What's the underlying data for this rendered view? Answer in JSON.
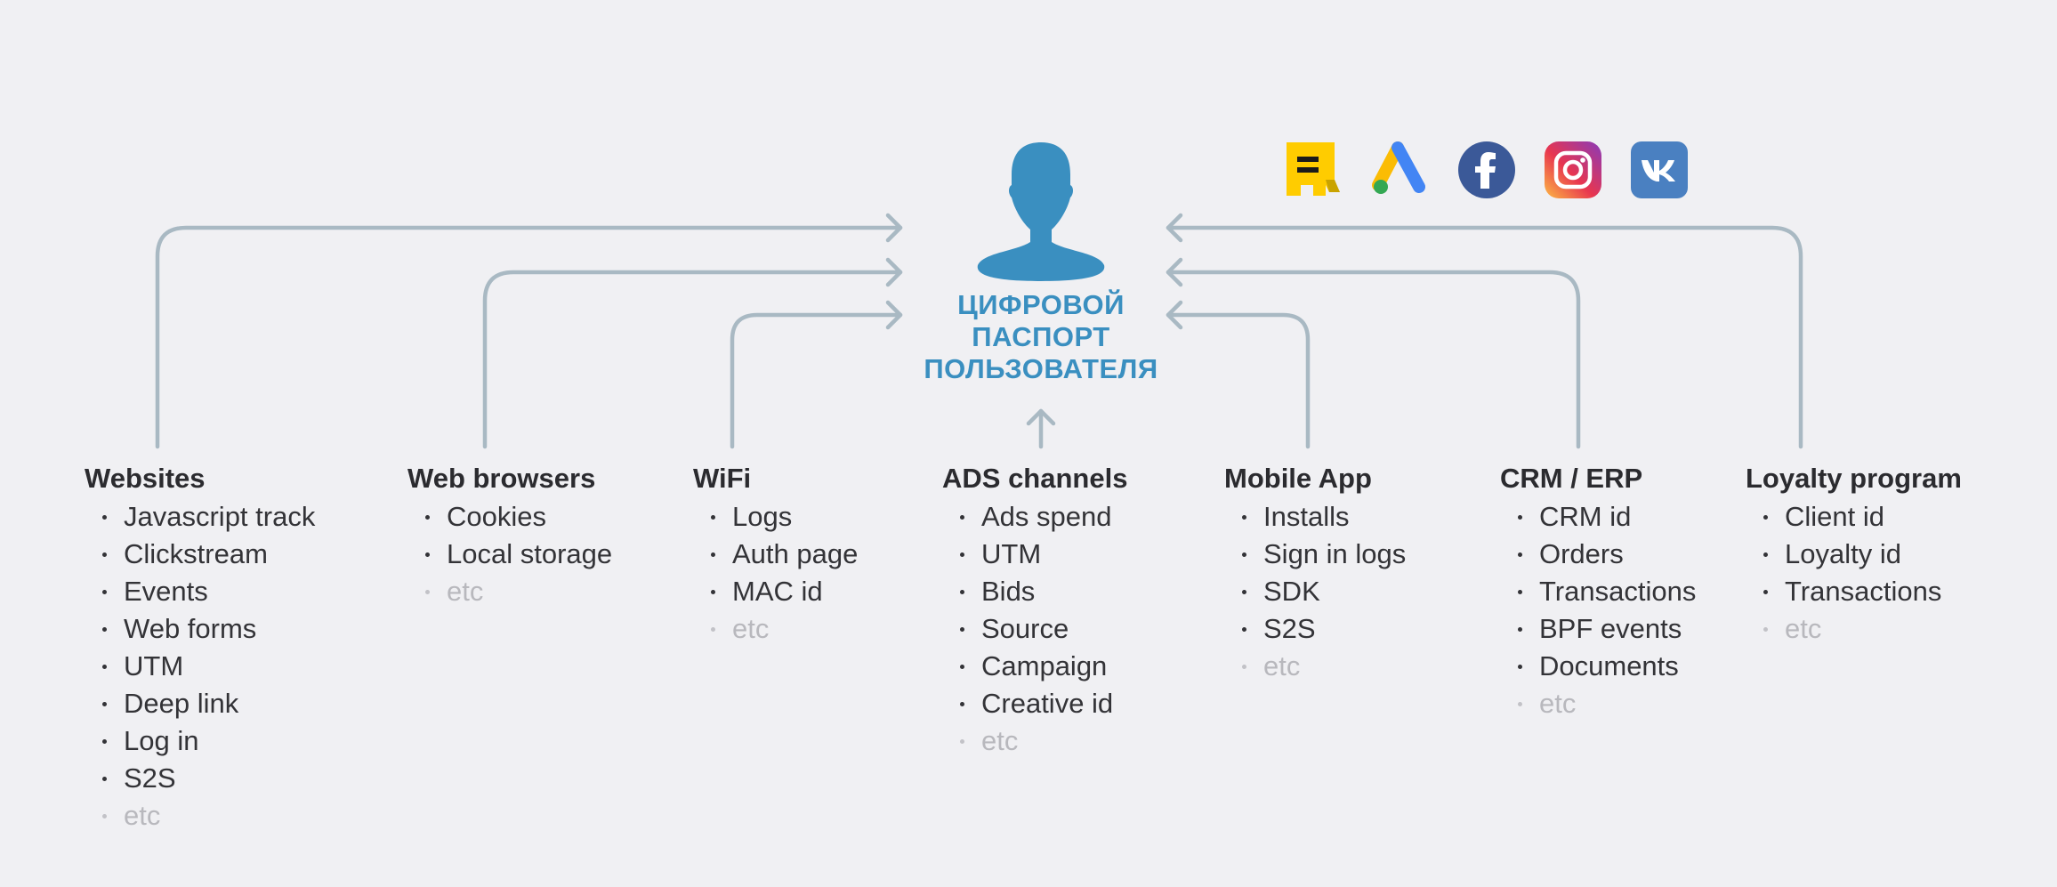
{
  "center": {
    "title_lines": [
      "ЦИФРОВОЙ",
      "ПАСПОРТ",
      "ПОЛЬЗОВАТЕЛЯ"
    ],
    "color": "#3a8fc0"
  },
  "colors": {
    "background": "#f0f0f3",
    "connector": "#a9b9c3",
    "heading": "#2b2b2f",
    "item": "#333337",
    "item_muted": "#b8b8bd"
  },
  "ad_channels_icons": [
    {
      "name": "yandex-direct-icon"
    },
    {
      "name": "google-ads-icon"
    },
    {
      "name": "facebook-icon"
    },
    {
      "name": "instagram-icon"
    },
    {
      "name": "vk-icon"
    }
  ],
  "columns": [
    {
      "heading": "Websites",
      "items": [
        "Javascript track",
        "Clickstream",
        "Events",
        "Web forms",
        "UTM",
        "Deep link",
        "Log in",
        "S2S"
      ],
      "muted": "etc"
    },
    {
      "heading": "Web browsers",
      "items": [
        "Cookies",
        "Local storage"
      ],
      "muted": "etc"
    },
    {
      "heading": "WiFi",
      "items": [
        "Logs",
        "Auth page",
        "MAC id"
      ],
      "muted": "etc"
    },
    {
      "heading": "ADS channels",
      "items": [
        "Ads spend",
        "UTM",
        "Bids",
        "Source",
        "Campaign",
        "Creative id"
      ],
      "muted": "etc"
    },
    {
      "heading": "Mobile App",
      "items": [
        "Installs",
        "Sign in logs",
        "SDK",
        "S2S"
      ],
      "muted": "etc"
    },
    {
      "heading": "CRM / ERP",
      "items": [
        "CRM id",
        "Orders",
        "Transactions",
        "BPF events",
        "Documents"
      ],
      "muted": "etc"
    },
    {
      "heading": "Loyalty program",
      "items": [
        "Client id",
        "Loyalty id",
        "Transactions"
      ],
      "muted": "etc"
    }
  ]
}
